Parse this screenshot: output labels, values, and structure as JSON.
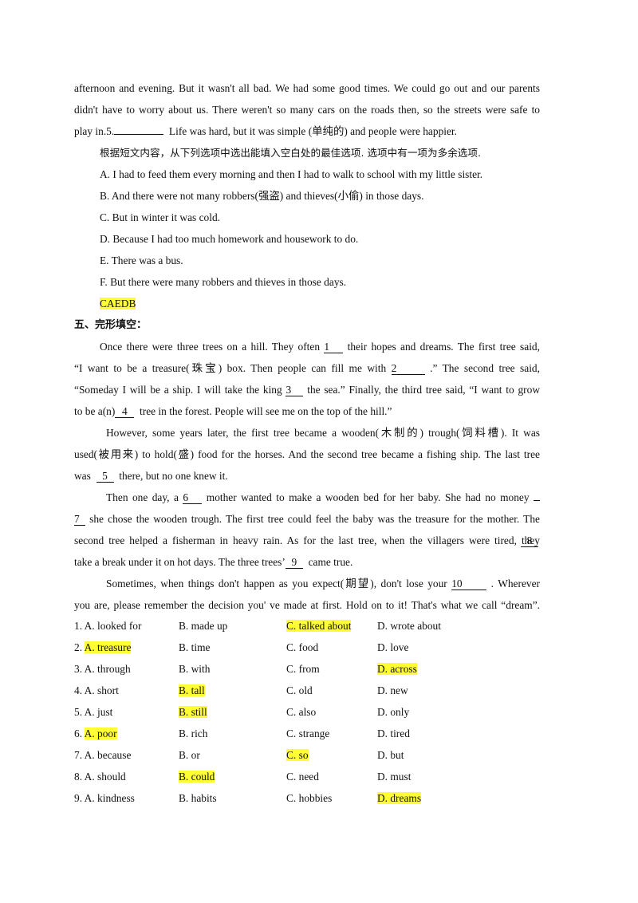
{
  "passage_tail": {
    "l1": "afternoon and evening. But it wasn't all bad. We had some good times. We could go out and our parents",
    "l2": "didn't have to worry about us. There weren't so many cars on the roads then, so the streets were safe to",
    "l3_a": "play in.5.",
    "l3_b": "Life was hard, but it was simple (单纯的) and people were happier."
  },
  "instruction": "根据短文内容，从下列选项中选出能填入空白处的最佳选项. 选项中有一项为多余选项.",
  "choices": [
    "A. I had to feed them every morning and then I had to walk to school with my little sister.",
    "B. And there were not many robbers(强盗) and thieves(小偷) in those days.",
    "C. But in winter it was cold.",
    "D. Because I had too much homework and housework to do.",
    "E. There was a bus.",
    "F. But there were many robbers and thieves in those days."
  ],
  "answer_key": "CAEDB",
  "section_title": "五、完形填空：",
  "cloze": {
    "p1_l1_a": "Once there were three trees on a hill. They often",
    "p1_l1_b": "their hopes and dreams. The first tree said,",
    "p1_l2_a": "“I want to be a treasure(珠宝) box. Then people can fill me with",
    "p1_l2_b": ".” The second tree said,",
    "p1_l3_a": "“Someday I will be a ship. I will take the king",
    "p1_l3_b": "the sea.” Finally, the third tree said, “I want to grow",
    "p1_l4_a": "to be a(n)",
    "p1_l4_b": "tree in the forest. People will see me on the top of the hill.”",
    "p2_l1": "However, some years later, the first tree became a wooden(木制的) trough(饲料槽). It was",
    "p2_l2": "used(被用来) to hold(盛) food for the horses. And the second tree became a fishing ship. The last tree",
    "p2_l3_a": "was",
    "p2_l3_b": "there, but no one knew it.",
    "p3_l1_a": "Then one day, a",
    "p3_l1_b": "mother wanted to make a wooden bed for her baby. She had no money",
    "p3_l2_b": "she chose the wooden trough. The first tree could feel the baby was the treasure for the mother. The",
    "p3_l3": "second tree helped a fisherman in heavy rain. As for the last tree, when the villagers were tired, they",
    "p3_l4_a": "take a break under it on hot days. The three trees’",
    "p3_l4_b": "came true.",
    "p4_l1_a": "Sometimes, when things don't happen as you expect(期望), don't lose your",
    "p4_l1_b": ". Wherever",
    "p4_l2": "you are, please remember the decision you' ve made at first. Hold on to it! That's what we call “dream”.",
    "blanks": [
      "1",
      "2",
      "3",
      "4",
      "5",
      "6",
      "7",
      "8",
      "9",
      "10"
    ]
  },
  "options": [
    {
      "n": "1.",
      "a": "A. looked for",
      "b": "B. made up",
      "c": "C. talked about",
      "d": "D. wrote about",
      "hl": "c"
    },
    {
      "n": "2.",
      "a": "A. treasure",
      "b": "B. time",
      "c": "C. food",
      "d": "D. love",
      "hl": "a"
    },
    {
      "n": "3.",
      "a": "A. through",
      "b": "B. with",
      "c": "C. from",
      "d": "D. across",
      "hl": "d"
    },
    {
      "n": "4.",
      "a": "A. short",
      "b": "B. tall",
      "c": "C. old",
      "d": "D. new",
      "hl": "b"
    },
    {
      "n": "5.",
      "a": "A. just",
      "b": "B. still",
      "c": "C. also",
      "d": "D. only",
      "hl": "b"
    },
    {
      "n": "6.",
      "a": "A. poor",
      "b": "B. rich",
      "c": "C. strange",
      "d": "D. tired",
      "hl": "a"
    },
    {
      "n": "7.",
      "a": "A. because",
      "b": "B. or",
      "c": "C. so",
      "d": "D. but",
      "hl": "c"
    },
    {
      "n": "8.",
      "a": "A. should",
      "b": "B. could",
      "c": "C. need",
      "d": "D. must",
      "hl": "b"
    },
    {
      "n": "9.",
      "a": "A. kindness",
      "b": "B. habits",
      "c": "C. hobbies",
      "d": "D. dreams",
      "hl": "d"
    }
  ],
  "highlight_color": "#ffff33"
}
